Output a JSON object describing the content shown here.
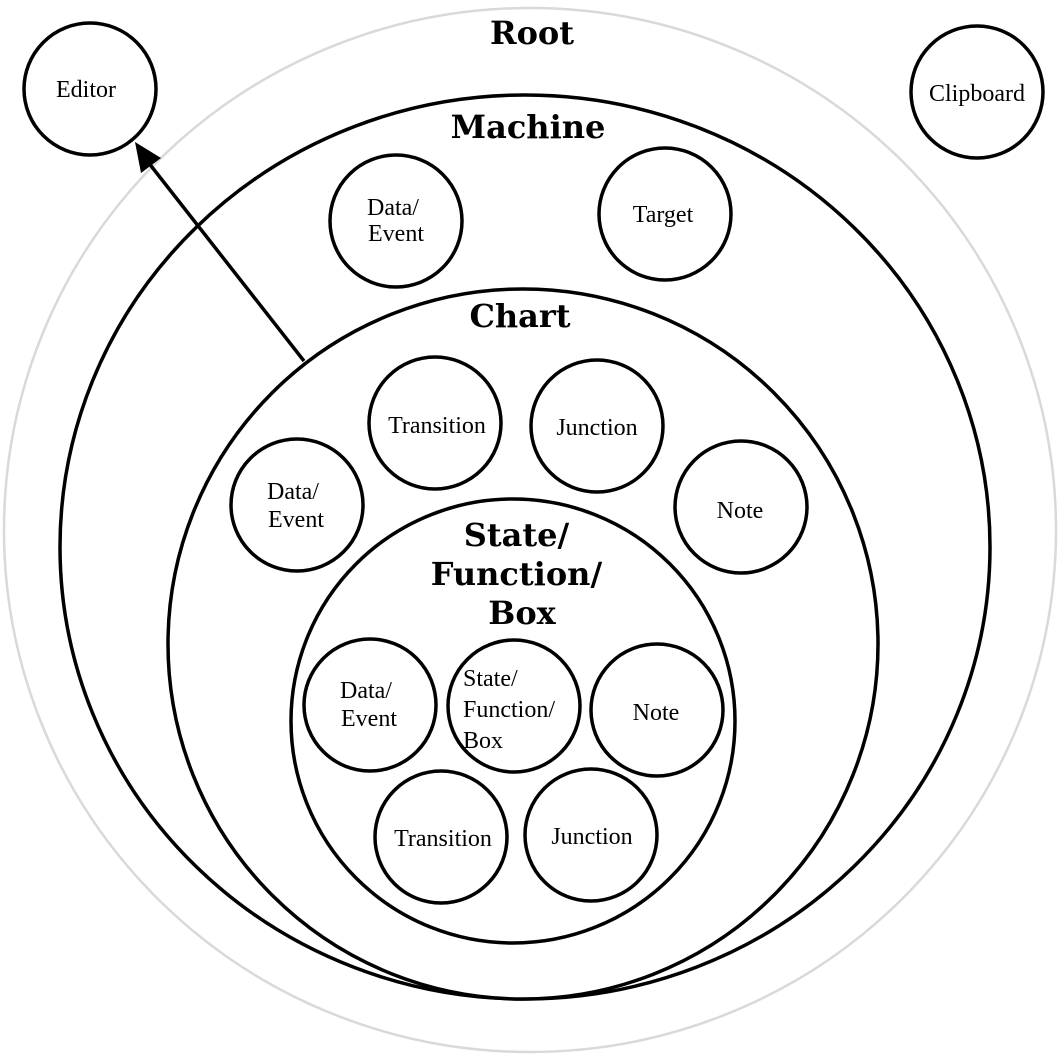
{
  "root": {
    "title": "Root",
    "editor": "Editor",
    "clipboard": "Clipboard"
  },
  "machine": {
    "title": "Machine",
    "data_event": [
      "Data/",
      "Event"
    ],
    "target": "Target"
  },
  "chart": {
    "title": "Chart",
    "transition": "Transition",
    "junction": "Junction",
    "data_event": [
      "Data/",
      "Event"
    ],
    "note": "Note"
  },
  "state_box": {
    "title": [
      "State/",
      "Function/",
      "Box"
    ],
    "data_event": [
      "Data/",
      "Event"
    ],
    "state_function_box": [
      "State/",
      "Function/",
      "Box"
    ],
    "note": "Note",
    "transition": "Transition",
    "junction": "Junction"
  },
  "colors": {
    "stroke": "#000000",
    "outer_ring": "#d9d9d9",
    "background": "#ffffff"
  }
}
